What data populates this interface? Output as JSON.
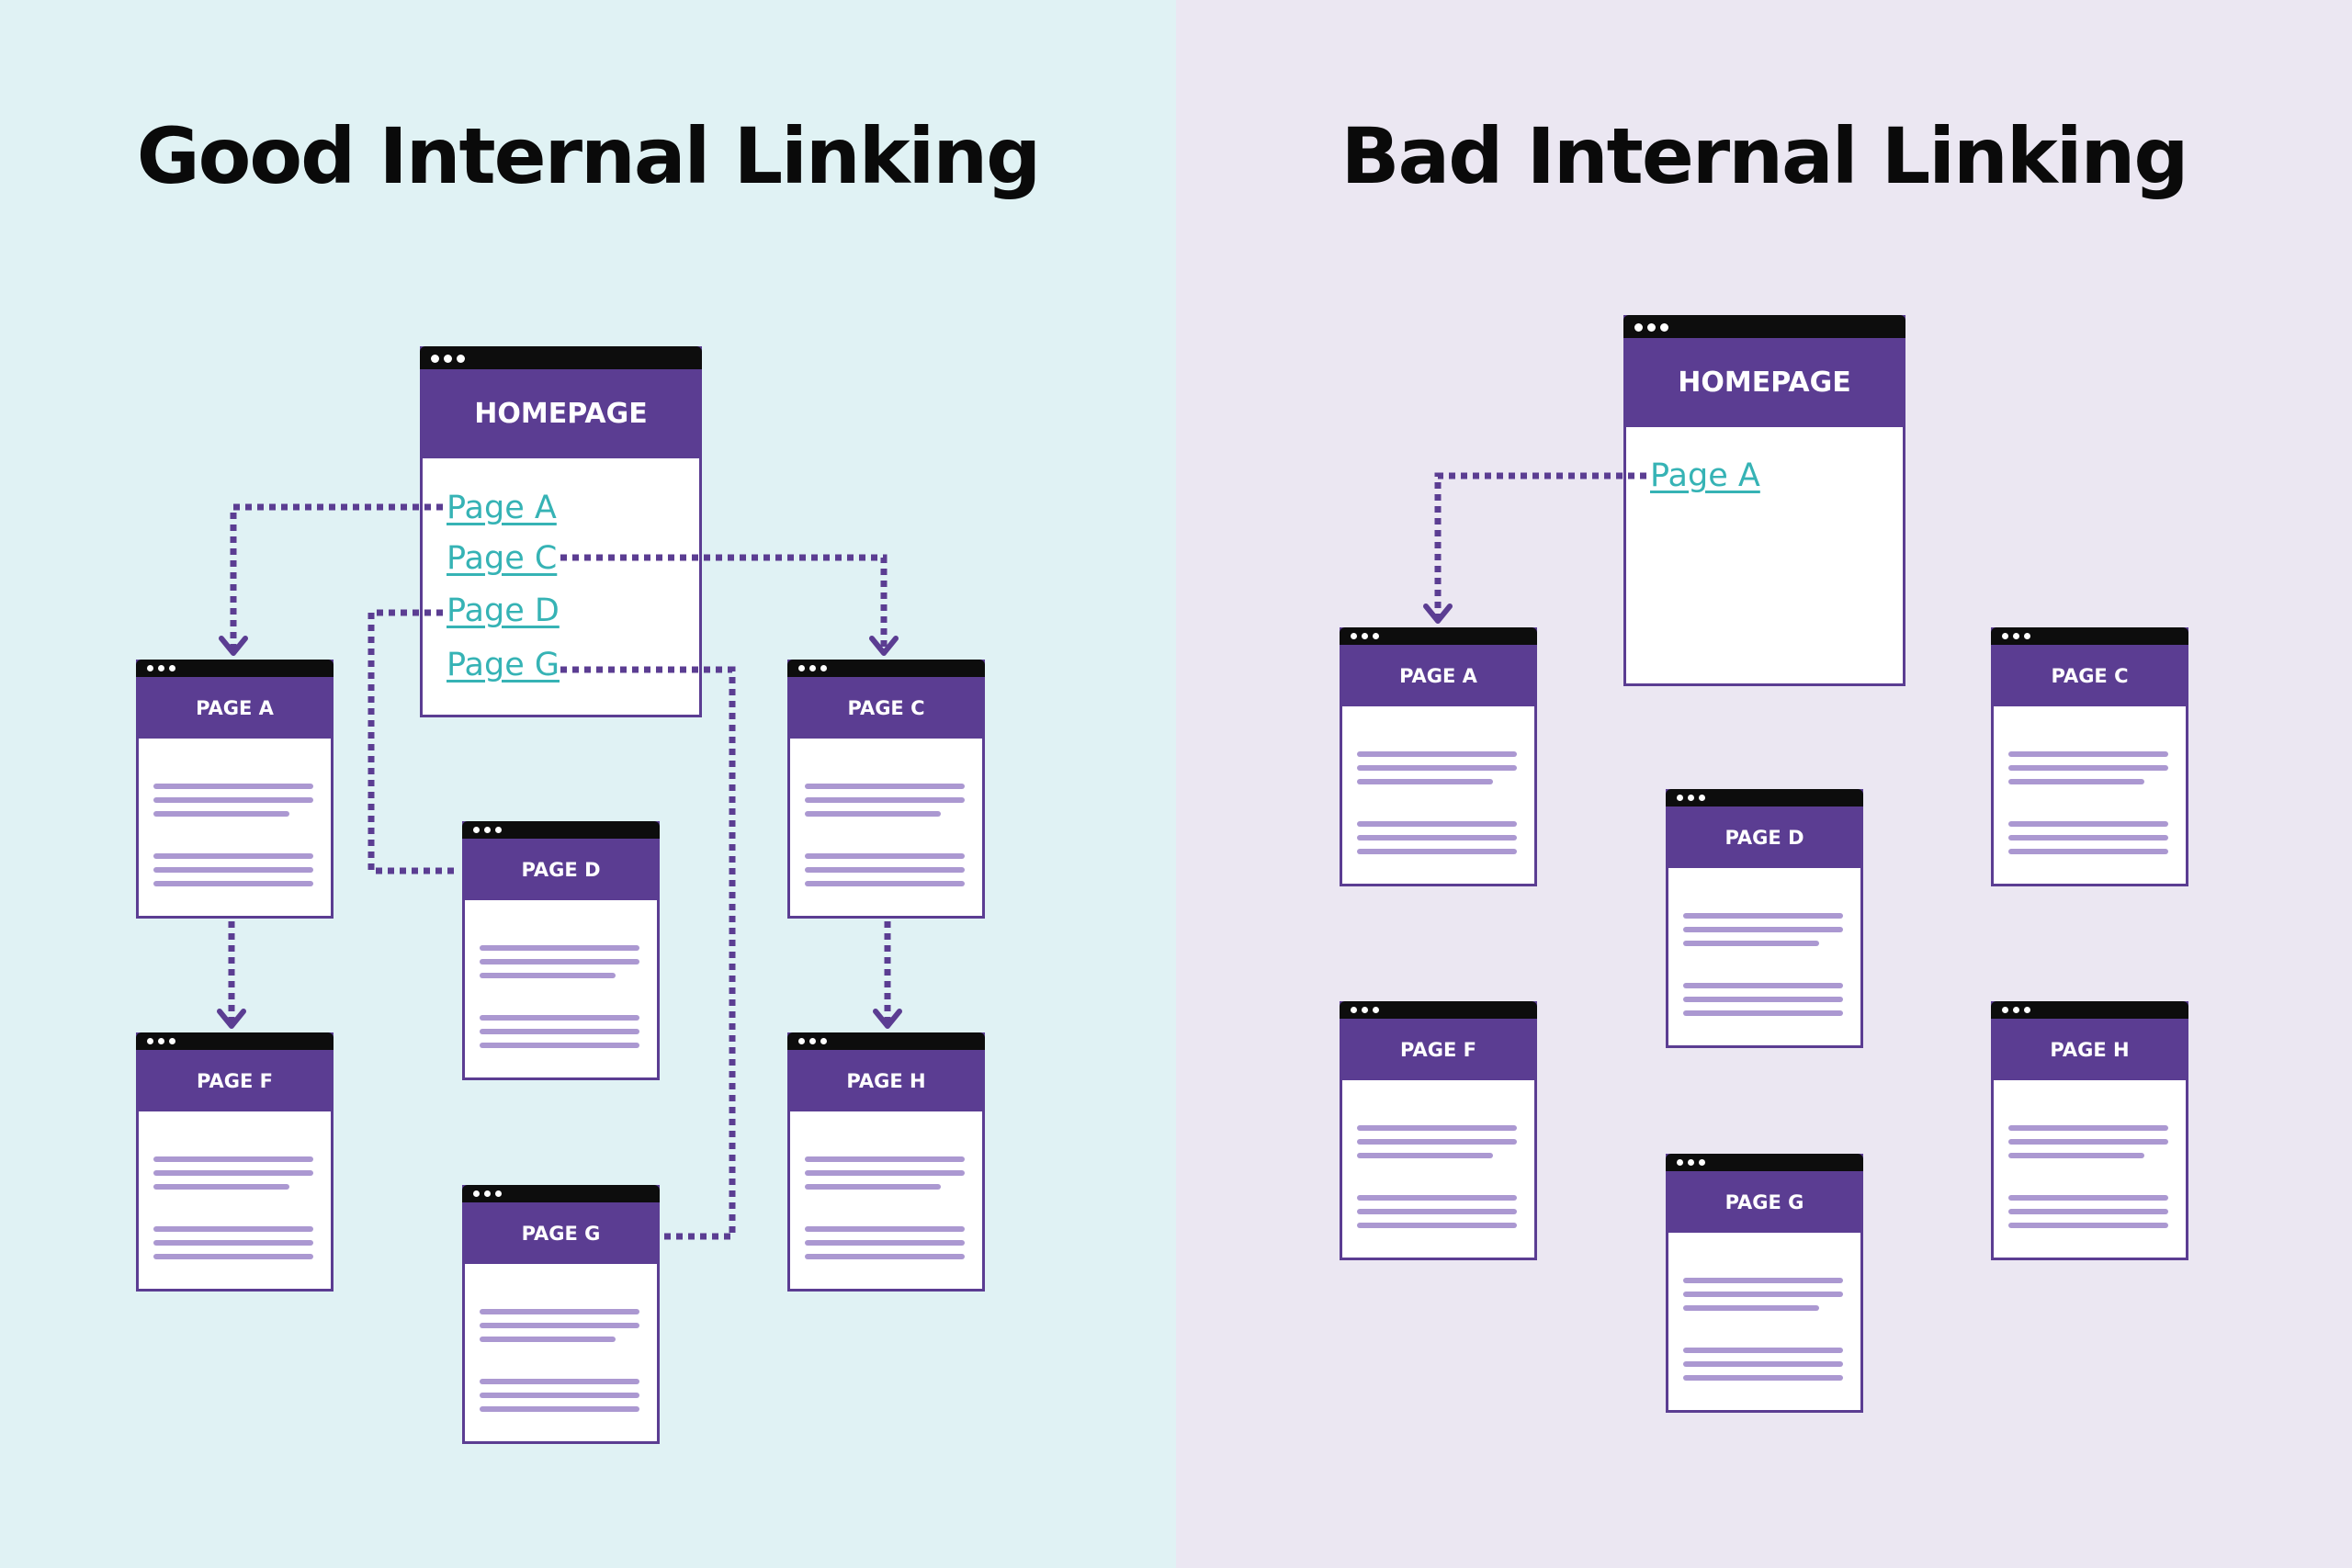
{
  "colors": {
    "left_bg": "#e0f2f4",
    "right_bg": "#ebe7f2",
    "purple": "#5b3d92",
    "text_line": "#ab98d1",
    "link": "#36b3b5",
    "browser_bar": "#0d0d0d"
  },
  "good": {
    "title": "Good Internal Linking",
    "homepage": {
      "label": "HOMEPAGE",
      "links": [
        "Page A",
        "Page C",
        "Page D",
        "Page G"
      ]
    },
    "pages": {
      "a": "PAGE A",
      "c": "PAGE C",
      "d": "PAGE D",
      "f": "PAGE F",
      "h": "PAGE H",
      "g": "PAGE G"
    }
  },
  "bad": {
    "title": "Bad Internal Linking",
    "homepage": {
      "label": "HOMEPAGE",
      "links": [
        "Page A"
      ]
    },
    "pages": {
      "a": "PAGE A",
      "c": "PAGE C",
      "d": "PAGE D",
      "f": "PAGE F",
      "h": "PAGE H",
      "g": "PAGE G"
    }
  }
}
